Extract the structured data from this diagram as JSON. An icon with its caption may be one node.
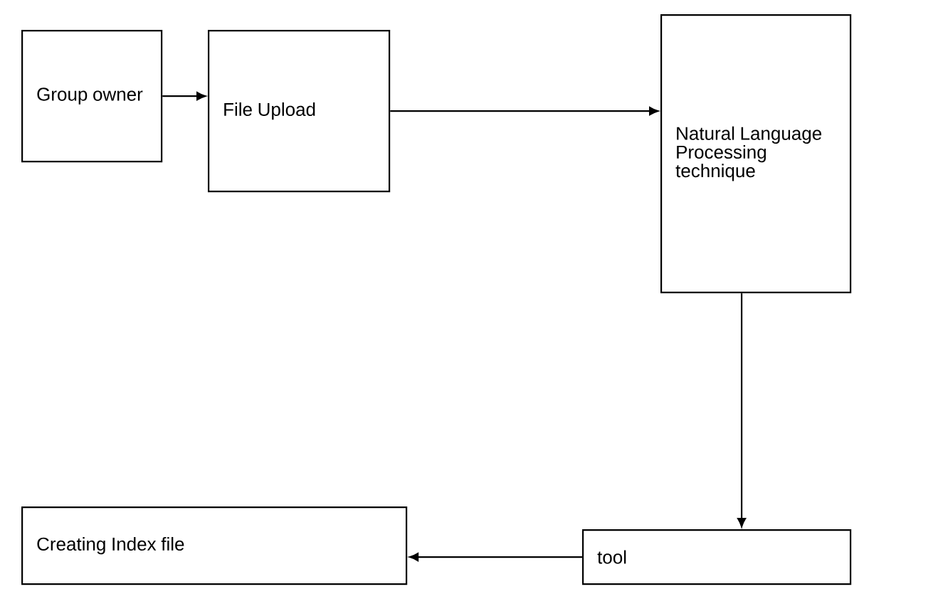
{
  "diagram": {
    "nodes": [
      {
        "text": [
          "Group owner"
        ]
      },
      {
        "text": [
          "File Upload"
        ]
      },
      {
        "text": [
          "Natural Language Processing technique"
        ]
      },
      {
        "text": [
          "tool"
        ]
      },
      {
        "text": [
          "Creating Index file"
        ]
      }
    ],
    "edges": [
      {
        "from": 0,
        "to": 1,
        "arrow": "to"
      },
      {
        "from": 1,
        "to": 2,
        "arrow": "to"
      },
      {
        "from": 2,
        "to": 3,
        "arrow": "to"
      },
      {
        "from": 3,
        "to": 4,
        "arrow": "to"
      }
    ]
  }
}
